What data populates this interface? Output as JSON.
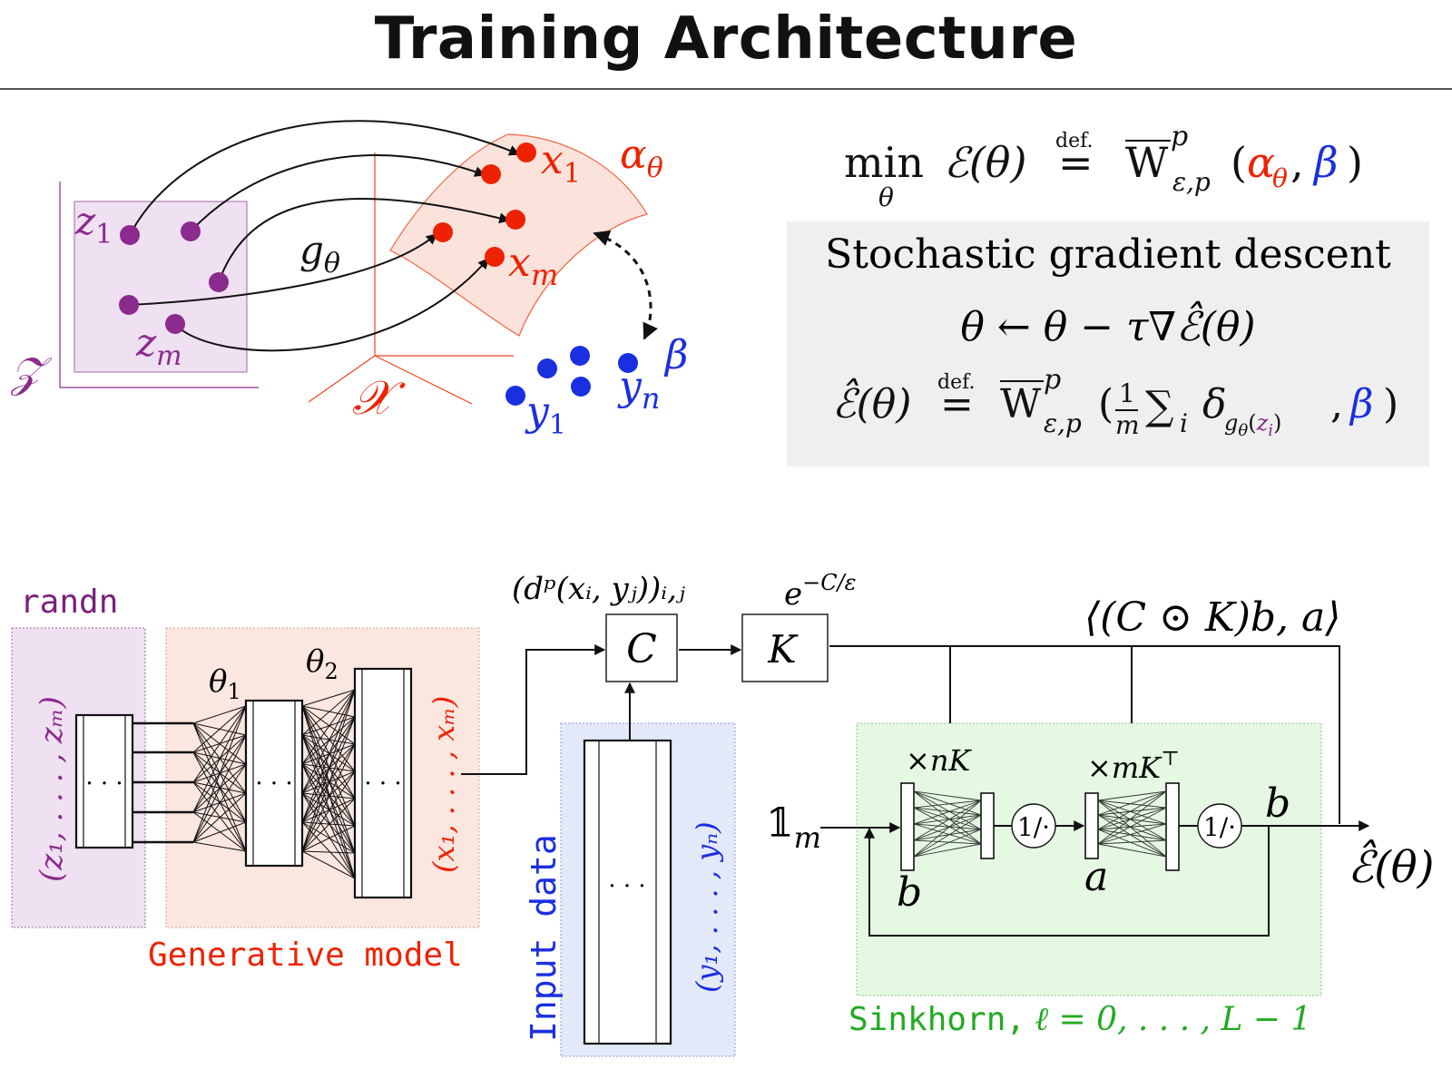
{
  "title": "Training Architecture",
  "colors": {
    "purple": "#8b2a8f",
    "red": "#ee2200",
    "blue": "#1a2fe0",
    "green": "#22aa22",
    "latent_fill": "#efe1f1",
    "latent_stroke": "#b27bb8",
    "manifold_fill": "#fbe3dc",
    "generator_fill": "#fbe6e0",
    "input_fill": "#e3e9f8",
    "sinkhorn_fill": "#e4f8e2",
    "sgd_box_fill": "#efefef"
  },
  "top_diagram": {
    "latent_space_label": "𝒵",
    "z1_label": "z",
    "z1_sub": "1",
    "zm_label": "z",
    "zm_sub": "m",
    "generator_label": "g",
    "generator_sub": "θ",
    "data_space_label": "𝒳",
    "x1_label": "x",
    "x1_sub": "1",
    "xm_label": "x",
    "xm_sub": "m",
    "alpha_label": "α",
    "alpha_sub": "θ",
    "y1_label": "y",
    "y1_sub": "1",
    "yn_label": "y",
    "yn_sub": "n",
    "beta_label": "β"
  },
  "objective": {
    "min": "min",
    "min_sub": "θ",
    "energy": "ℰ(θ)",
    "def": "def.",
    "eq": "=",
    "w": "W",
    "w_sup": "p",
    "w_sub": "ε,p",
    "open": "(",
    "alpha": "α",
    "alpha_sub": "θ",
    "comma": ",",
    "beta": "β",
    "close": ")"
  },
  "sgd_box": {
    "heading": "Stochastic gradient descent",
    "update_rule": "θ ← θ − τ∇ℰ̂(θ)",
    "est_lhs": "ℰ̂(θ)",
    "est_def": "def.",
    "est_eq": "=",
    "est_w": "W",
    "est_w_sup": "p",
    "est_w_sub": "ε,p",
    "est_open": "(",
    "est_frac_num": "1",
    "est_frac_den": "m",
    "est_sum": "∑",
    "est_sum_sub": "i",
    "est_delta": "δ",
    "est_delta_sub_g": "g",
    "est_delta_sub_theta": "θ",
    "est_delta_sub_open": "(",
    "est_delta_sub_z": "z",
    "est_delta_sub_i": "i",
    "est_delta_sub_close": ")",
    "est_comma": ",",
    "est_beta": "β",
    "est_close": ")"
  },
  "pipeline": {
    "randn_label": "randn",
    "latent_vector_label": "(z₁, . . . , zₘ)",
    "latent_dots": "· · ·",
    "theta1": "θ",
    "theta1_sub": "1",
    "theta2": "θ",
    "theta2_sub": "2",
    "layer_dots": "· · ·",
    "output_vector_label": "(x₁, . . . , xₘ)",
    "generative_model_label": "Generative model",
    "cost_formula": "(dᵖ(xᵢ, yⱼ))ᵢ,ⱼ",
    "cost_node": "C",
    "kernel_formula": "e",
    "kernel_formula_sup": "−C/ε",
    "kernel_node": "K",
    "input_data_label": "Input data",
    "input_vector_label": "(y₁, . . . , yₙ)",
    "input_dots": "· · ·",
    "loss_formula": "⟨(C ⊙ K)b, a⟩",
    "one_m": "𝟙",
    "one_m_sub": "m",
    "times_nk": "×nK",
    "times_mkt": "×mK",
    "times_mkt_sup": "⊤",
    "recip_1": "1/·",
    "recip_2": "1/·",
    "b_in": "b",
    "a_mid": "a",
    "b_out": "b",
    "output_energy": "ℰ̂(θ)",
    "sinkhorn_label": "Sinkhorn,",
    "sinkhorn_range": "ℓ = 0, . . . , L − 1"
  }
}
